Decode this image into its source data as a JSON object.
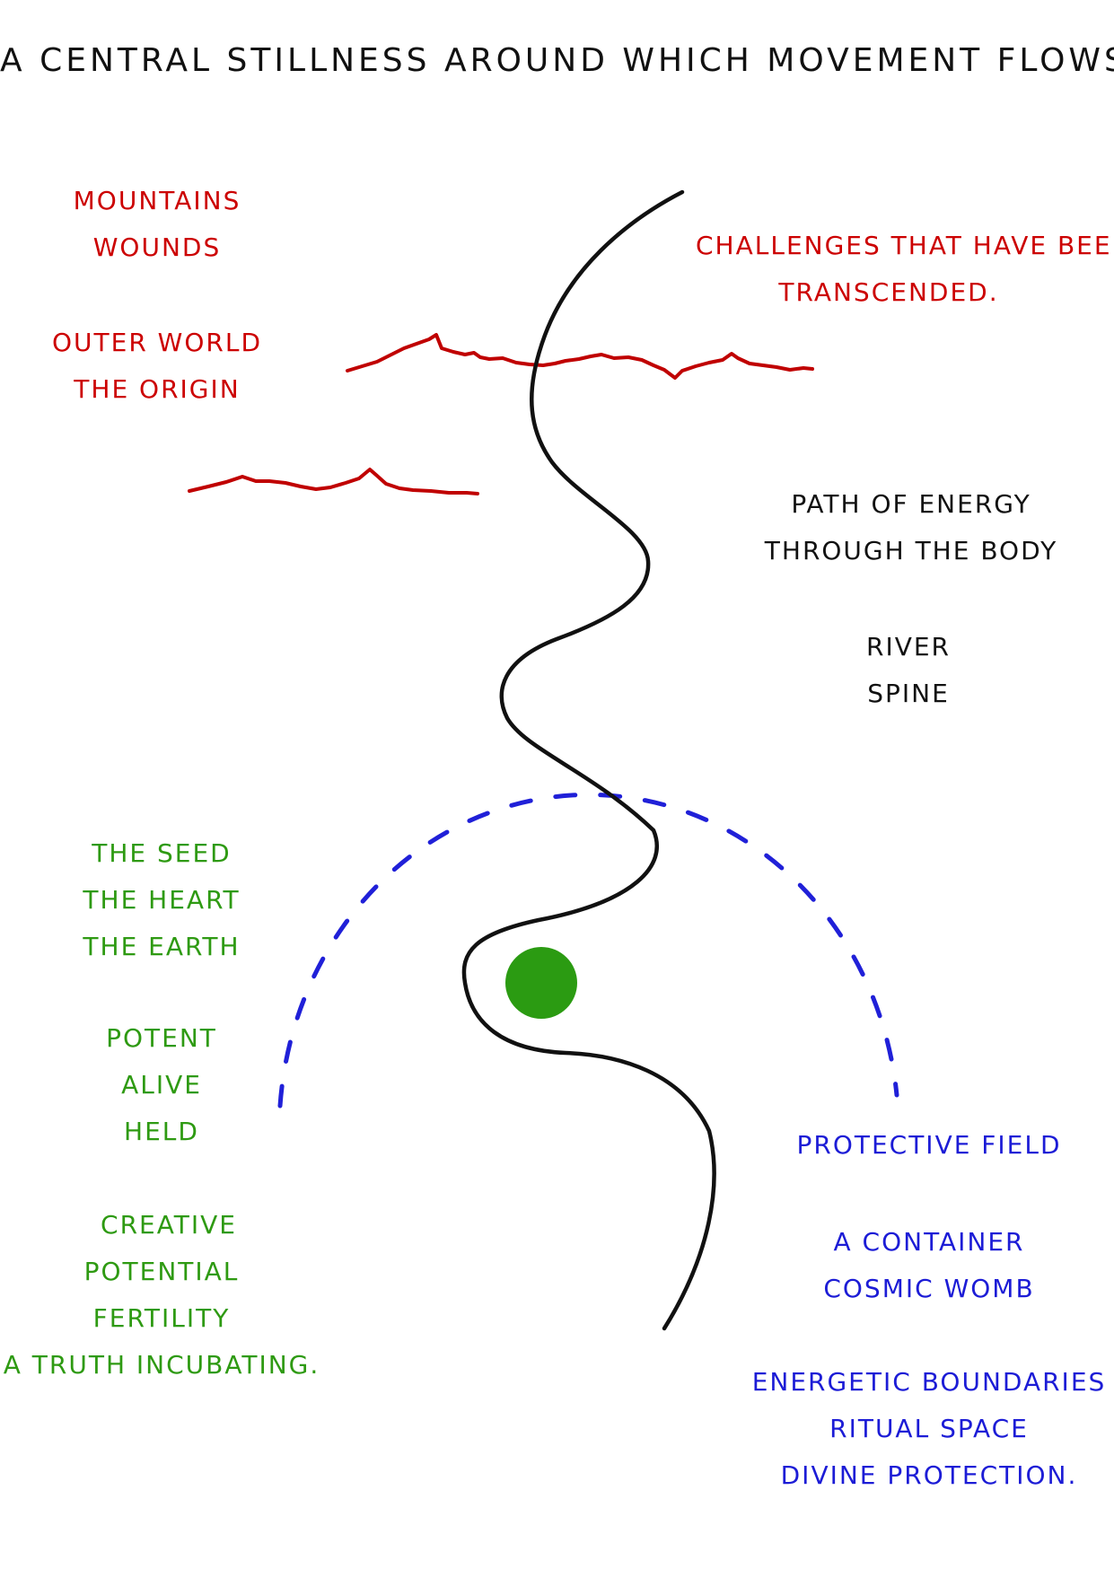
{
  "title": "A central stillness around which movement flows",
  "colors": {
    "red": "#cc0000",
    "black": "#111111",
    "green": "#2e9a12",
    "blue": "#1c1cd6"
  },
  "labels": {
    "mountains": "Mountains",
    "wounds": "Wounds",
    "outer_world": "Outer world",
    "the_origin": "The origin",
    "challenges_1": "Challenges that have been",
    "challenges_2": "transcended.",
    "path_1": "Path of energy",
    "path_2": "through the body",
    "river": "River",
    "spine": "Spine",
    "seed": "The seed",
    "heart": "The heart",
    "earth": "The earth",
    "potent": "Potent",
    "alive": "Alive",
    "held": "Held",
    "creative": "Creative",
    "potential": "Potential",
    "fertility": "Fertility",
    "truth": "A truth incubating.",
    "protective": "Protective field",
    "container": "A container",
    "womb": "Cosmic womb",
    "boundaries": "Energetic boundaries",
    "ritual": "Ritual space",
    "divine": "Divine protection."
  },
  "elements": {
    "river_line": "black winding line",
    "mountain_ridges": "red jagged lines",
    "seed_dot": "green circle",
    "protective_arc": "blue dashed arc"
  }
}
